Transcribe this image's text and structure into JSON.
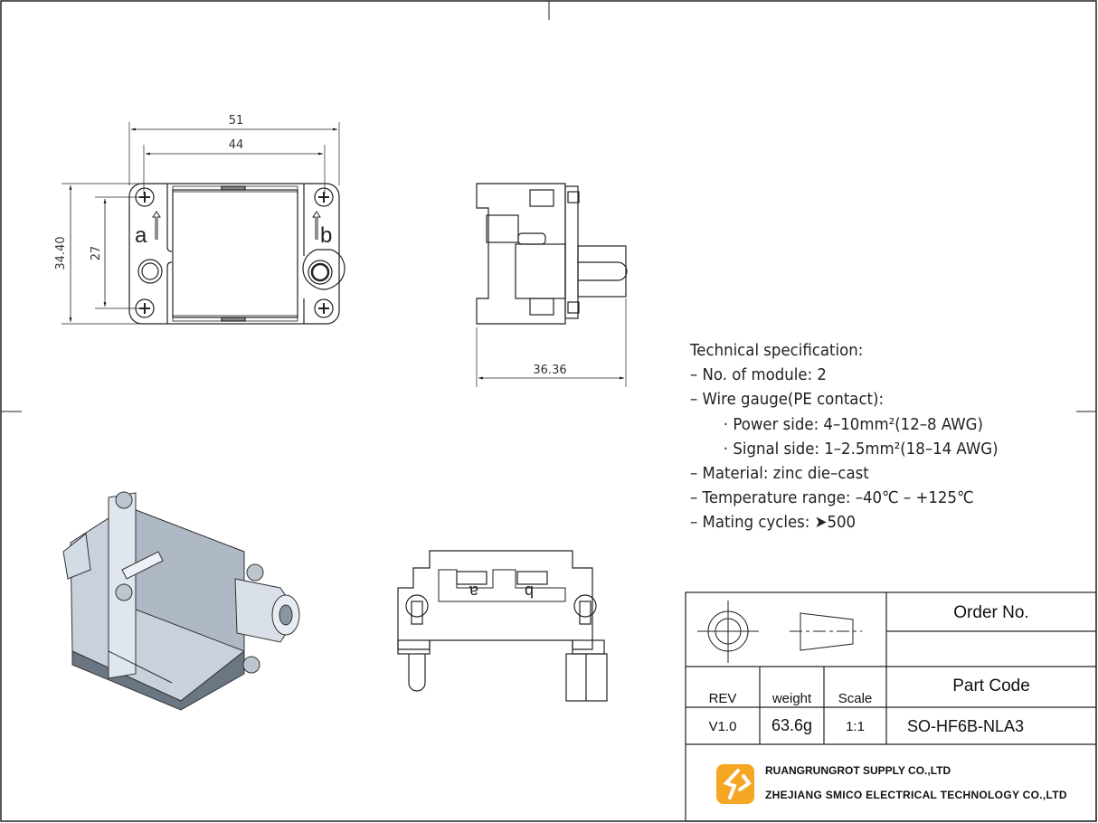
{
  "dimensions": {
    "width_outer": "51",
    "width_inner": "44",
    "height_outer": "34.40",
    "height_inner": "27",
    "depth": "36.36"
  },
  "markings": {
    "side_a": "a",
    "side_b": "b"
  },
  "spec": {
    "title": "Technical specification:",
    "lines": [
      "– No. of module: 2",
      "– Wire gauge(PE contact):",
      "· Power side: 4–10mm²(12–8 AWG)",
      "· Signal side: 1–2.5mm²(18–14 AWG)",
      "– Material: zinc die–cast",
      "– Temperature range: –40℃ – +125℃",
      "– Mating cycles: ➤500"
    ]
  },
  "title_block": {
    "order_no_label": "Order No.",
    "order_no_value": "",
    "part_code_label": "Part Code",
    "part_code": "SO-HF6B-NLA3",
    "rev_label": "REV",
    "rev": "V1.0",
    "weight_label": "weight",
    "weight": "63.6g",
    "scale_label": "Scale",
    "scale": "1:1",
    "company1": "RUANGRUNGROT SUPPLY CO.,LTD",
    "company2": "ZHEJIANG SMICO ELECTRICAL TECHNOLOGY CO.,LTD",
    "logo_color": "#f5a623"
  }
}
